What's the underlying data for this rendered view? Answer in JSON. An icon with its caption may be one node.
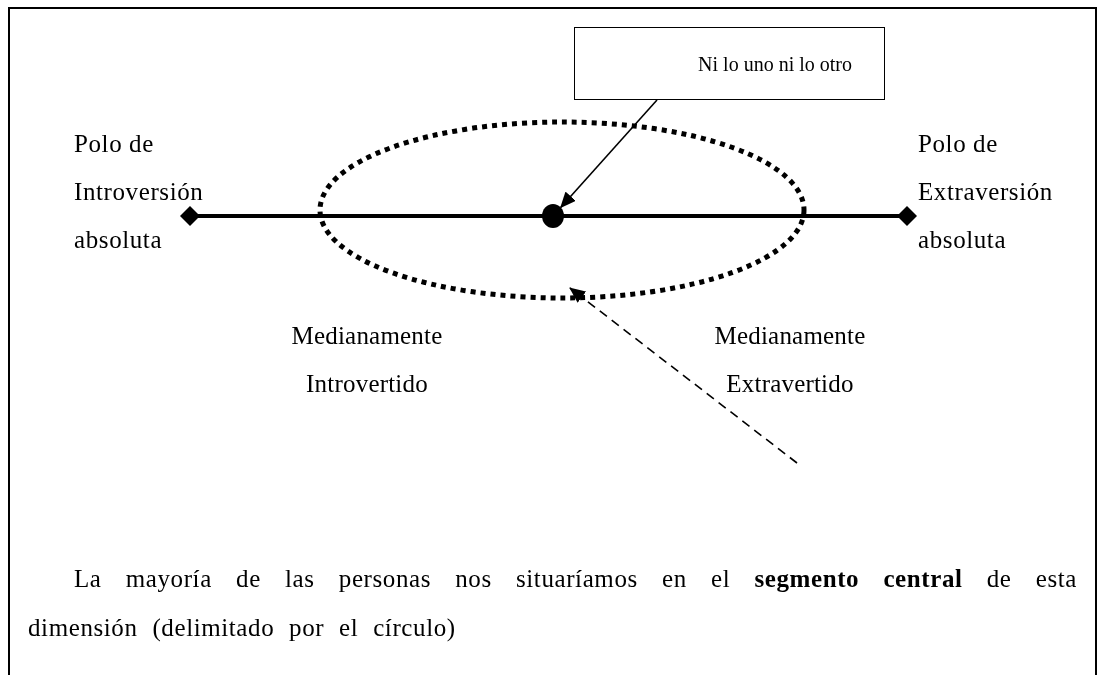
{
  "diagram": {
    "nodes": [
      {
        "text": [
          "Ni lo uno ni lo otro"
        ]
      },
      {
        "text": [],
        "shape": "circle"
      },
      {
        "text": [],
        "shape": "circle",
        "in": 1
      }
    ],
    "edges": [
      {
        "from": 0,
        "to": 2,
        "arrow": "to"
      },
      {
        "from": null,
        "to": 1,
        "arrow": "to",
        "style": "dashed"
      }
    ],
    "labels": [
      "Polo de Introversión absoluta",
      "Polo de Extraversión absoluta",
      "Medianamente Introvertido",
      "Medianamente Extravertido",
      "La mayoría de las personas nos situaríamos en el **segmento central** de esta dimensión (delimitado por el círculo)"
    ]
  }
}
